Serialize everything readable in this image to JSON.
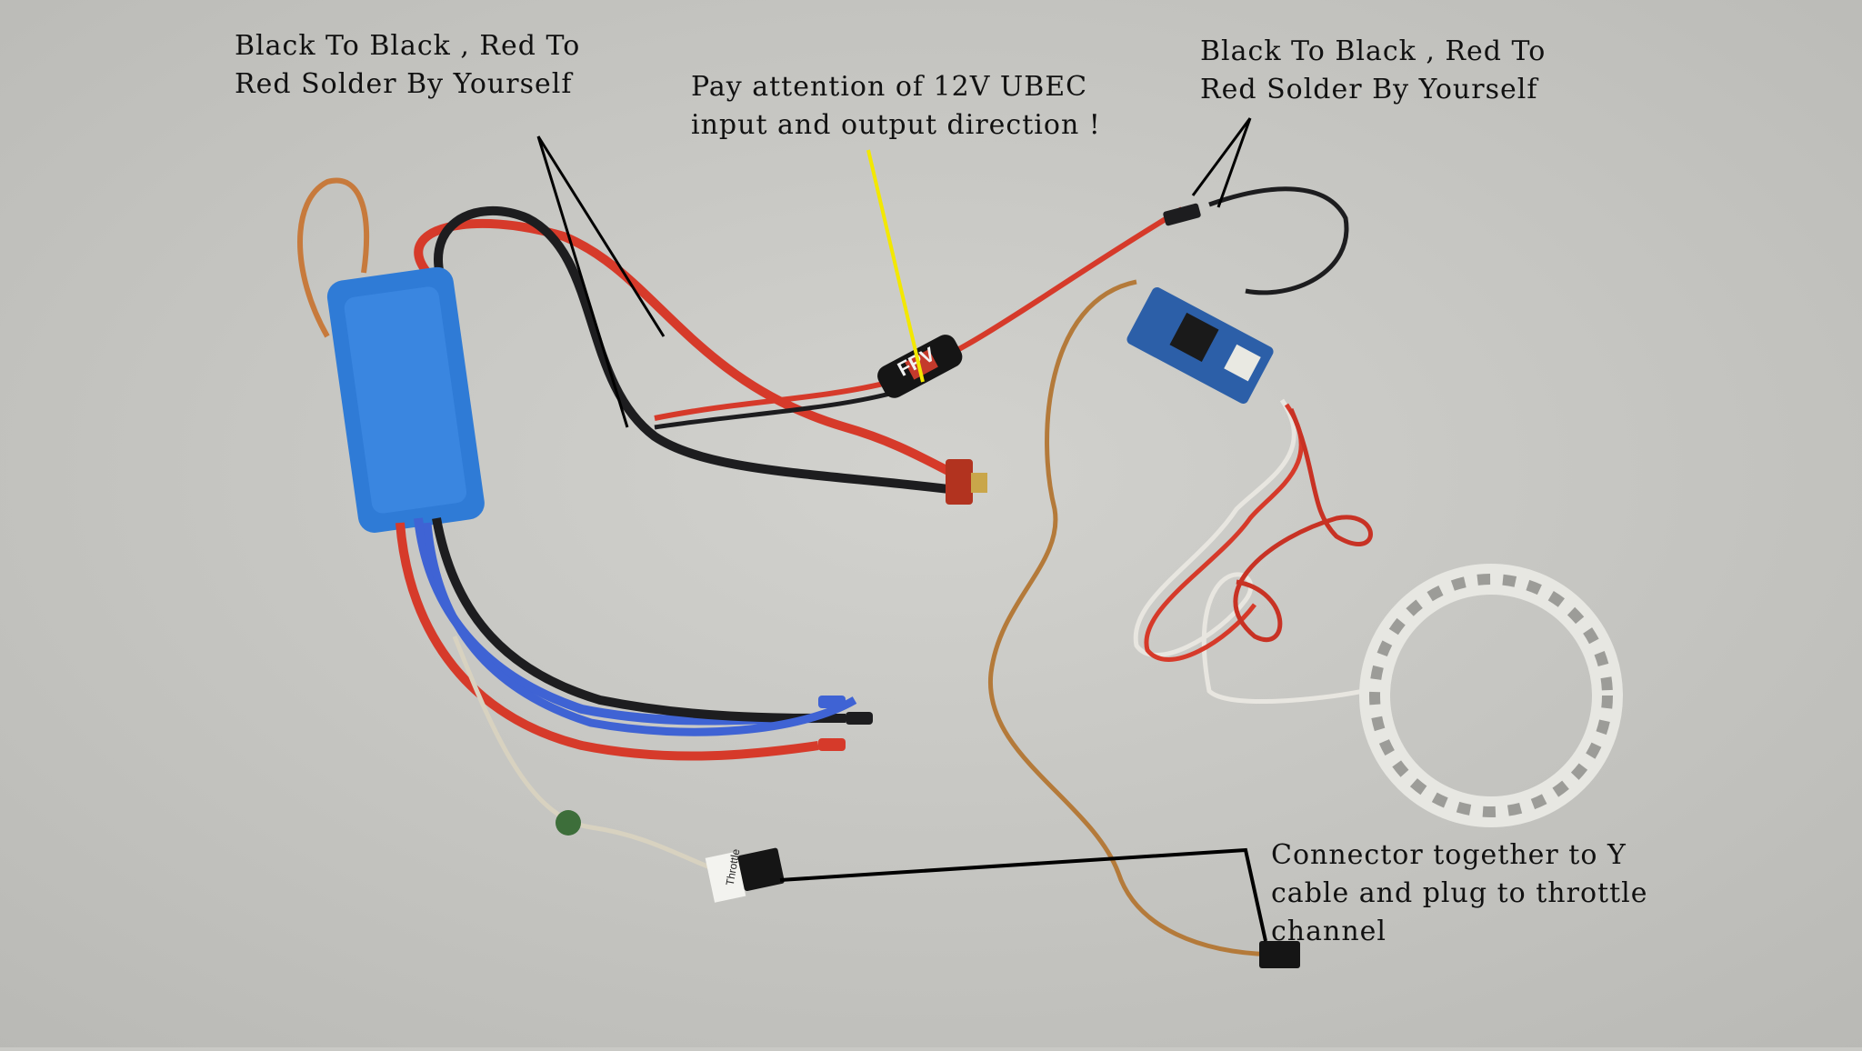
{
  "annotations": {
    "left": "Black To Black , Red To\nRed Solder By Yourself",
    "middle": "Pay attention of 12V UBEC\ninput and output direction !",
    "right": "Black To Black , Red To\nRed Solder By Yourself",
    "bottom": "Connector together to Y\ncable and plug to throttle\nchannel"
  },
  "parts": {
    "ubec_label": "FPV",
    "throttle_tag": "Throttle"
  },
  "colors": {
    "background": "#c9c9c5",
    "esc_blue": "#2f7bd6",
    "wire_red": "#d63a2a",
    "wire_black": "#1d1d1f",
    "wire_blue": "#3f63d4",
    "pointer_yellow": "#f3e800"
  }
}
